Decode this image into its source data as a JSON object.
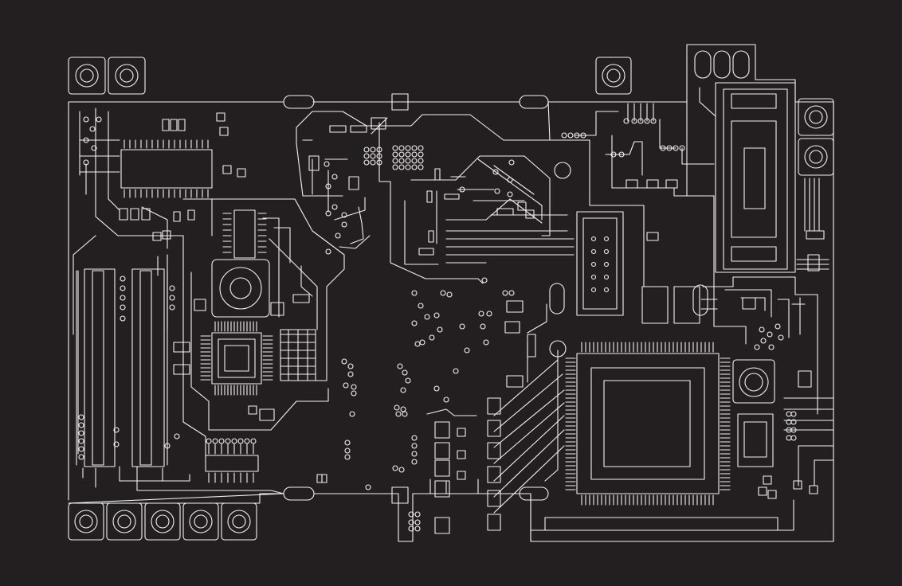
{
  "colors": {
    "background": "#231f20",
    "trace": "#f2f2f2",
    "fill": "none"
  },
  "board": {
    "components": {
      "left_connectors": 2,
      "top_center_connector": 1,
      "right_connectors": 2,
      "bottom_connectors": 5,
      "resistor_packs": 6
    }
  }
}
